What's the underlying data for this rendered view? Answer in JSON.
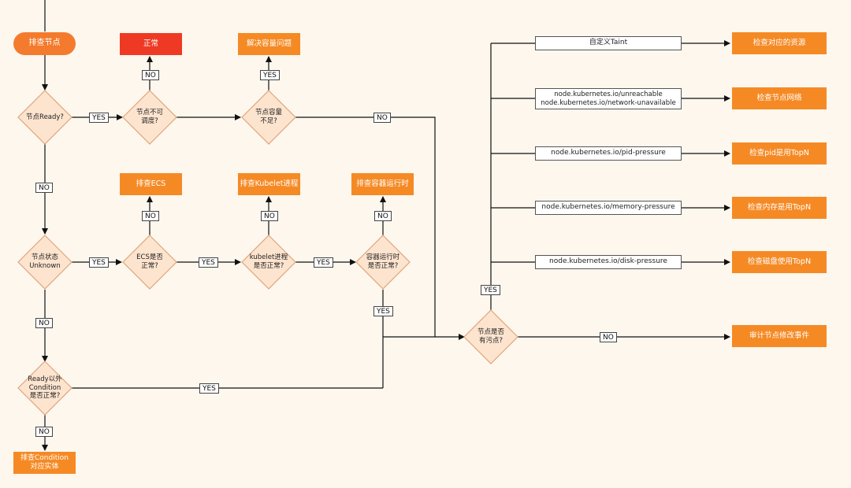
{
  "start": "排查节点",
  "boxes": {
    "normal": "正常",
    "solve_capacity": "解决容量问题",
    "check_ecs": "排查ECS",
    "check_kubelet": "排查Kubelet进程",
    "check_runtime": "排查容器运行时",
    "check_condition": "排查Condition\n对应实体",
    "check_resource": "检查对应的资源",
    "check_network": "检查节点网络",
    "check_pid": "检查pid是用TopN",
    "check_memory": "检查内存是用TopN",
    "check_disk": "检查磁盘使用TopN",
    "audit": "审计节点修改事件"
  },
  "decisions": {
    "ready": "节点Ready?",
    "unschedulable": "节点不可\n调度?",
    "capacity": "节点容量\n不足?",
    "unknown": "节点状态\nUnknown",
    "ecs_ok": "ECS是否\n正常?",
    "kubelet_ok": "kubelet进程\n是否正常?",
    "runtime_ok": "容器运行时\n是否正常?",
    "other_condition": "Ready以外\nCondition\n是否正常?",
    "taint": "节点是否\n有污点?"
  },
  "taints": {
    "custom": "自定义Taint",
    "unreachable": "node.kubernetes.io/unreachable\nnode.kubernetes.io/network-unavailable",
    "pid": "node.kubernetes.io/pid-pressure",
    "memory": "node.kubernetes.io/memory-pressure",
    "disk": "node.kubernetes.io/disk-pressure"
  },
  "labels": {
    "yes": "YES",
    "no": "NO"
  },
  "colors": {
    "background": "#fdf7ee",
    "box": "#f58a25",
    "alert": "#ee3a24",
    "decision_fill": "#fde4cf",
    "decision_stroke": "#e0a57a",
    "line": "#111111"
  }
}
